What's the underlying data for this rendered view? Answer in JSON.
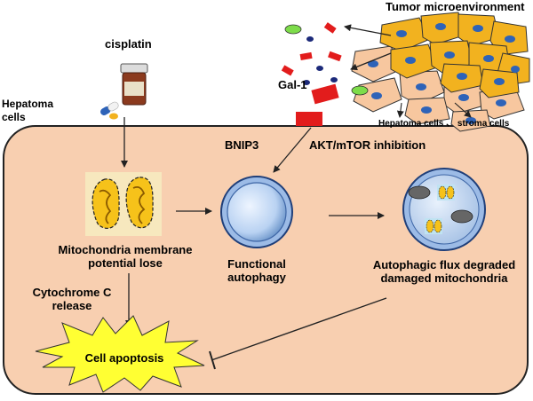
{
  "labels": {
    "tumor_microenvironment": "Tumor microenvironment",
    "cisplatin": "cisplatin",
    "gal1": "Gal-1",
    "hepatoma_cells": "Hepatoma\ncells",
    "hepatoma_stroma": "Hepatoma cells 、 stroma cells",
    "bnip3": "BNIP3",
    "akt_mtor": "AKT/mTOR inhibition",
    "mito_loss": "Mitochondria membrane\npotential lose",
    "functional_autophagy": "Functional\nautophagy",
    "autophagic_flux": "Autophagic flux degraded\ndamaged mitochondria",
    "cytochrome_c": "Cytochrome C\nrelease",
    "cell_apoptosis": "Cell apoptosis"
  },
  "colors": {
    "cell_fill": "#f8cfb0",
    "cell_stroke": "#222222",
    "tumor_cell_yellow": "#f2b21f",
    "tumor_cell_peach": "#f7c79f",
    "nucleus_blue": "#2e63b8",
    "gal1_red": "#e21c1c",
    "green_oval": "#7ddc4a",
    "dot_navy": "#1c2a7a",
    "mito_yellow": "#f6c21a",
    "vesicle_blue": "#bfd6f2",
    "apoptosis_yellow": "#ffff33",
    "pill_bottle": "#8b3a1e"
  },
  "icons": [
    "pill-bottle-icon",
    "capsule-icon",
    "mitochondria-icon",
    "autophagosome-icon",
    "autolysosome-icon",
    "apoptosis-burst-icon",
    "gal1-protein-icon",
    "tumor-cell-cluster-icon"
  ]
}
